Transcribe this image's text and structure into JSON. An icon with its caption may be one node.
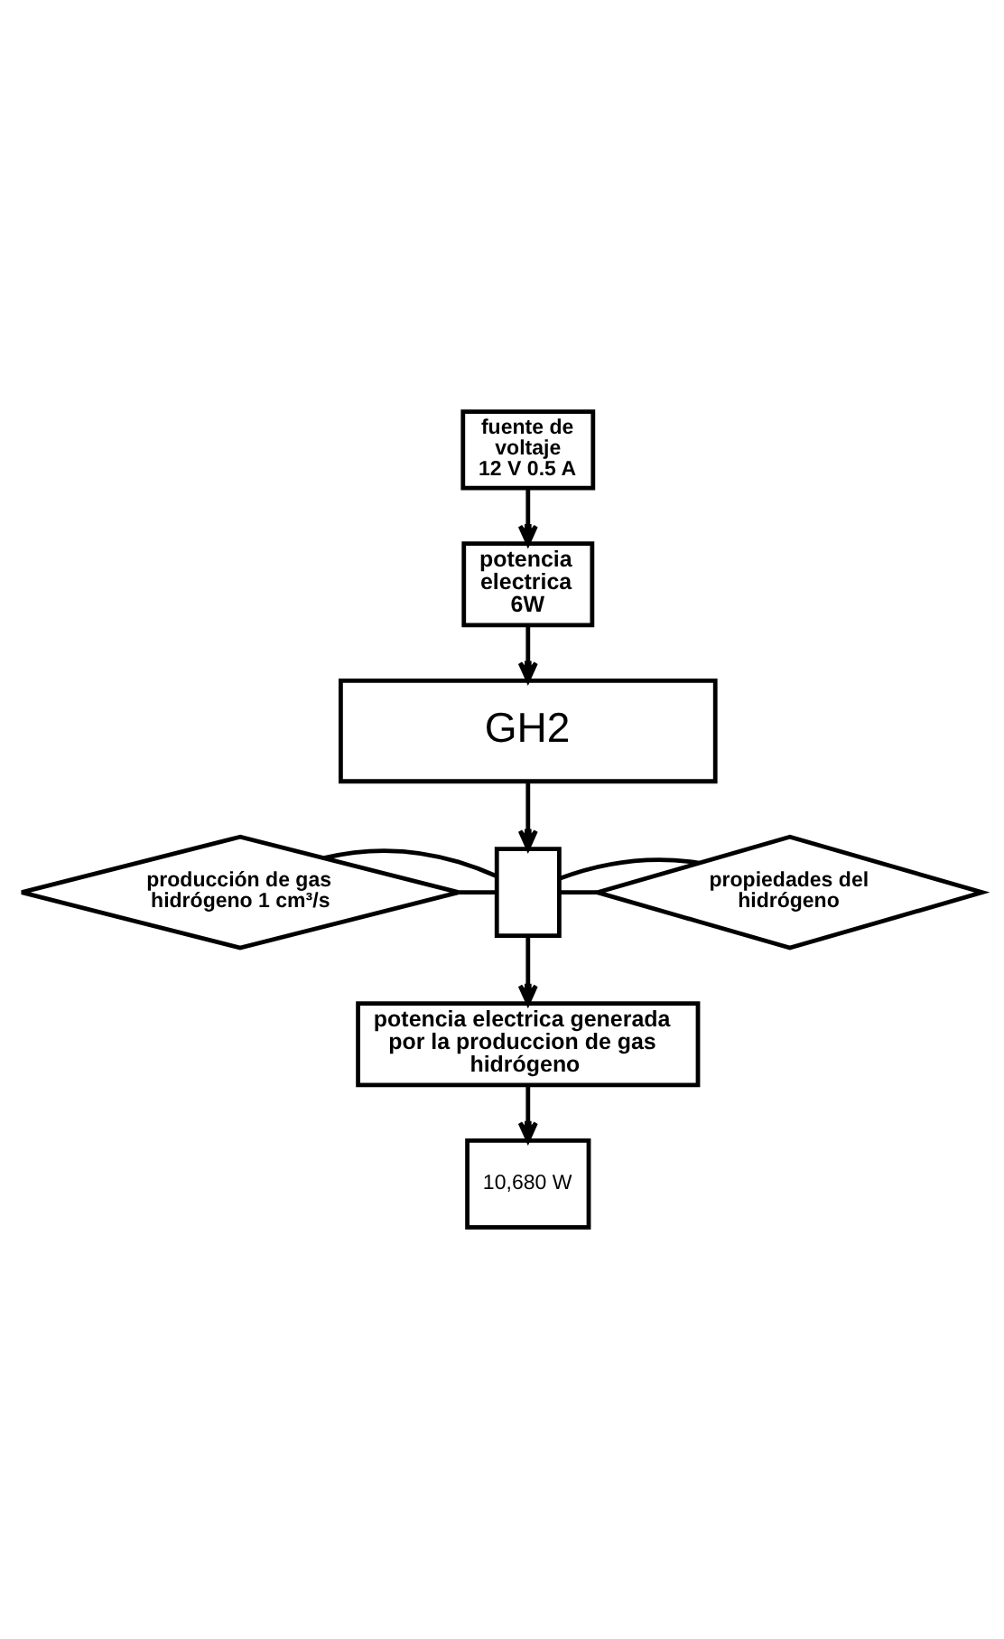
{
  "diagram": {
    "nodes": [
      {
        "text": [
          "fuente de voltaje",
          "12 V 0.5 A"
        ]
      },
      {
        "text": [
          "potencia electrica 6W"
        ]
      },
      {
        "text": [
          "GH2"
        ]
      },
      {
        "text": [
          "producción de gas hidrógeno 1 cm³/s"
        ]
      },
      {
        "text": [],
        "shape": "box"
      },
      {
        "text": [
          "propiedades del hidrógeno"
        ]
      },
      {
        "text": [
          "potencia electrica generada por la produccion de gas hidrógeno"
        ]
      },
      {
        "text": [
          "10,680 W"
        ]
      }
    ],
    "edges": [
      {
        "from": 0,
        "to": 1,
        "arrow": "to"
      },
      {
        "from": 1,
        "to": 2,
        "arrow": "to"
      },
      {
        "from": 2,
        "to": 4,
        "arrow": "to"
      },
      {
        "from": 3,
        "to": 4,
        "arrow": "none"
      },
      {
        "from": 3,
        "to": 4,
        "arrow": "none"
      },
      {
        "from": 5,
        "to": 4,
        "arrow": "none"
      },
      {
        "from": 5,
        "to": 4,
        "arrow": "none"
      },
      {
        "from": 4,
        "to": 6,
        "arrow": "to"
      },
      {
        "from": 6,
        "to": 7,
        "arrow": "to"
      }
    ]
  }
}
